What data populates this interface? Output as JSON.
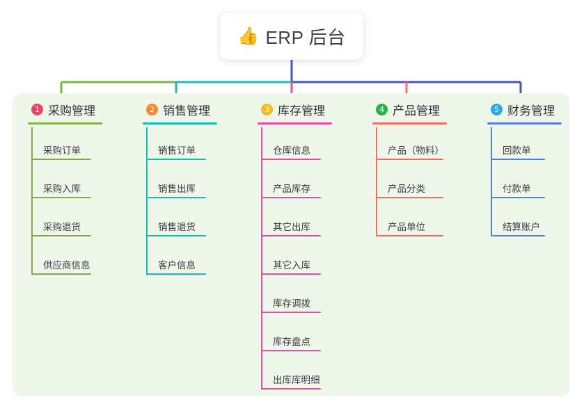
{
  "root": {
    "icon": "thumbs-up-icon",
    "emoji": "👍",
    "title": "ERP 后台"
  },
  "theme": {
    "panel_bg": "#eef7e9",
    "page_bg": "#ffffff",
    "root_stem": "#4456c7",
    "text": "#3a3d43"
  },
  "chart_data": {
    "type": "tree",
    "title": "ERP 后台",
    "root_label": "ERP 后台",
    "branch_count": 5,
    "branches": [
      {
        "index": "1",
        "label": "采购管理",
        "badge_color": "#f0436a",
        "line_color": "#7cb342",
        "connector_color": "#7cb342",
        "items": [
          "采购订单",
          "采购入库",
          "采购退货",
          "供应商信息"
        ]
      },
      {
        "index": "2",
        "label": "销售管理",
        "badge_color": "#f58a33",
        "line_color": "#17bfb1",
        "connector_color": "#17bfb1",
        "items": [
          "销售订单",
          "销售出库",
          "销售退货",
          "客户信息"
        ]
      },
      {
        "index": "3",
        "label": "库存管理",
        "badge_color": "#f5bc1a",
        "line_color": "#ea4ca0",
        "connector_color": "#ea4ca0",
        "items": [
          "仓库信息",
          "产品库存",
          "其它出库",
          "其它入库",
          "库存调拨",
          "库存盘点",
          "出库库明细"
        ]
      },
      {
        "index": "4",
        "label": "产品管理",
        "badge_color": "#2bb24c",
        "line_color": "#f46b64",
        "connector_color": "#f46b64",
        "items": [
          "产品（物料）",
          "产品分类",
          "产品单位"
        ]
      },
      {
        "index": "5",
        "label": "财务管理",
        "badge_color": "#29a9e8",
        "line_color": "#5b7ddc",
        "connector_color": "#4456c7",
        "items": [
          "回款单",
          "付款单",
          "结算账户"
        ]
      }
    ]
  }
}
